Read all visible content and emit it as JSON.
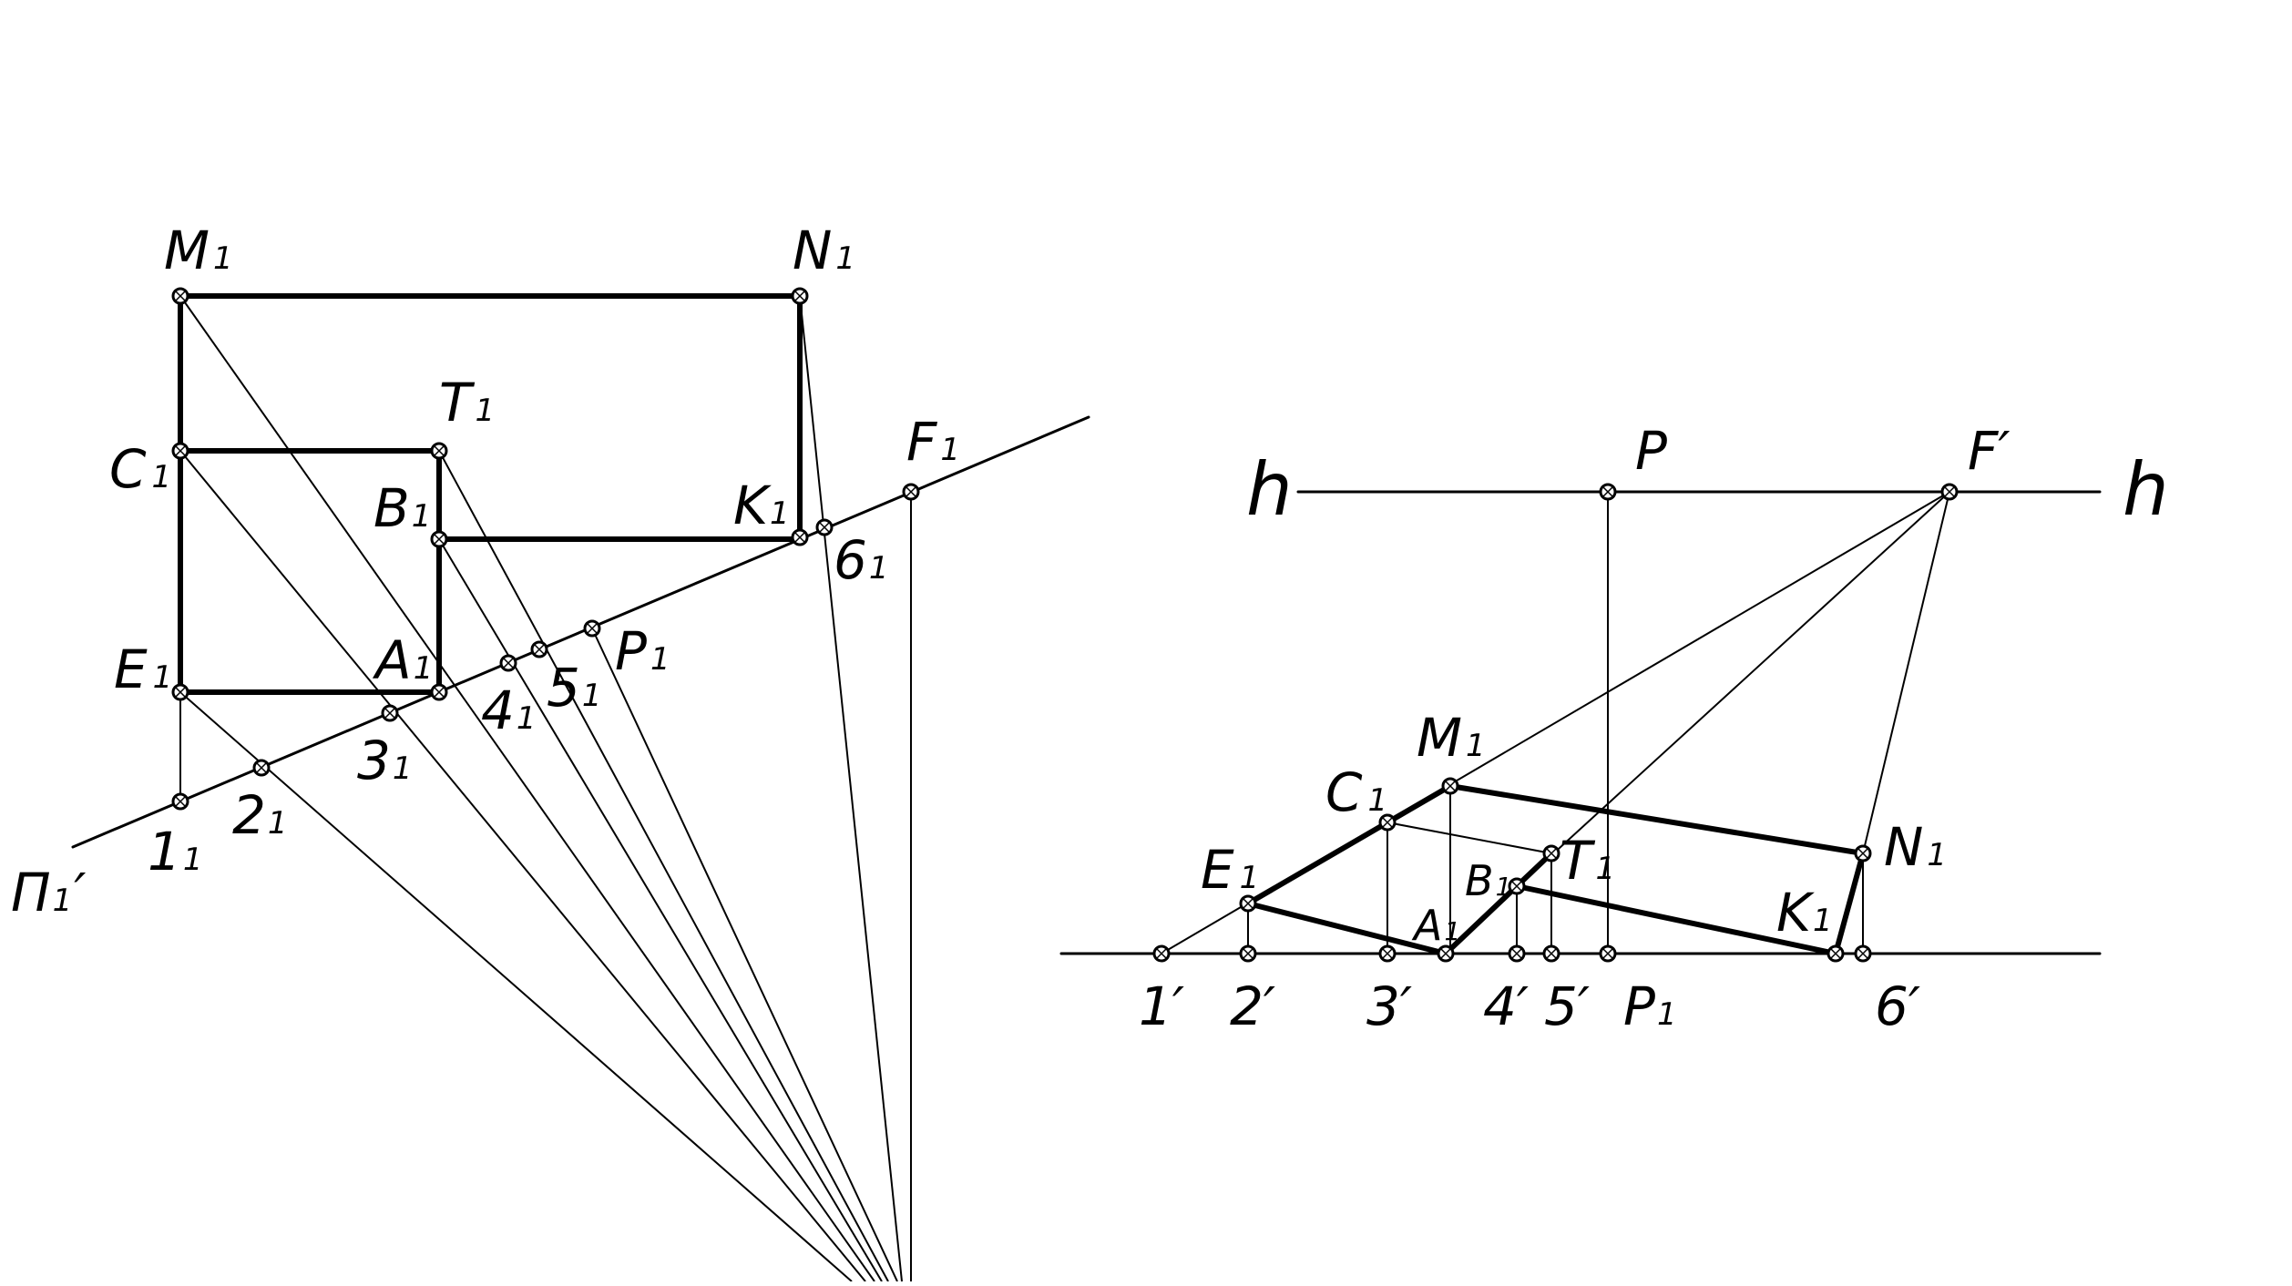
{
  "left_view": {
    "labels": {
      "M": [
        "M",
        "1"
      ],
      "N": [
        "N",
        "1"
      ],
      "T": [
        "T",
        "1"
      ],
      "C": [
        "C",
        "1"
      ],
      "B": [
        "B",
        "1"
      ],
      "K": [
        "K",
        "1"
      ],
      "F": [
        "F",
        "1"
      ],
      "E": [
        "E",
        "1"
      ],
      "A": [
        "A",
        "1"
      ],
      "6": [
        "6",
        "1"
      ],
      "P": [
        "P",
        "1"
      ],
      "4": [
        "4",
        "1"
      ],
      "5": [
        "5",
        "1"
      ],
      "3": [
        "3",
        "1"
      ],
      "2": [
        "2",
        "1"
      ],
      "1": [
        "1",
        "1"
      ],
      "PI": [
        "П",
        "1",
        "′"
      ]
    }
  },
  "right_view": {
    "horizon_label_left": "h",
    "horizon_label_right": "h",
    "labels": {
      "P": [
        "P",
        ""
      ],
      "F": [
        "F′",
        ""
      ],
      "M": [
        "M",
        "1"
      ],
      "C": [
        "C",
        "1"
      ],
      "E": [
        "E",
        "1"
      ],
      "N": [
        "N",
        "1"
      ],
      "T": [
        "T",
        "1"
      ],
      "B": [
        "B",
        "1"
      ],
      "A": [
        "A",
        "1"
      ],
      "K": [
        "K",
        "1"
      ],
      "g1": [
        "1′",
        ""
      ],
      "g2": [
        "2′",
        ""
      ],
      "g3": [
        "3′",
        ""
      ],
      "g4": [
        "4′",
        ""
      ],
      "g5": [
        "5′",
        ""
      ],
      "gP": [
        "P",
        "1"
      ],
      "g6": [
        "6′",
        ""
      ]
    }
  }
}
